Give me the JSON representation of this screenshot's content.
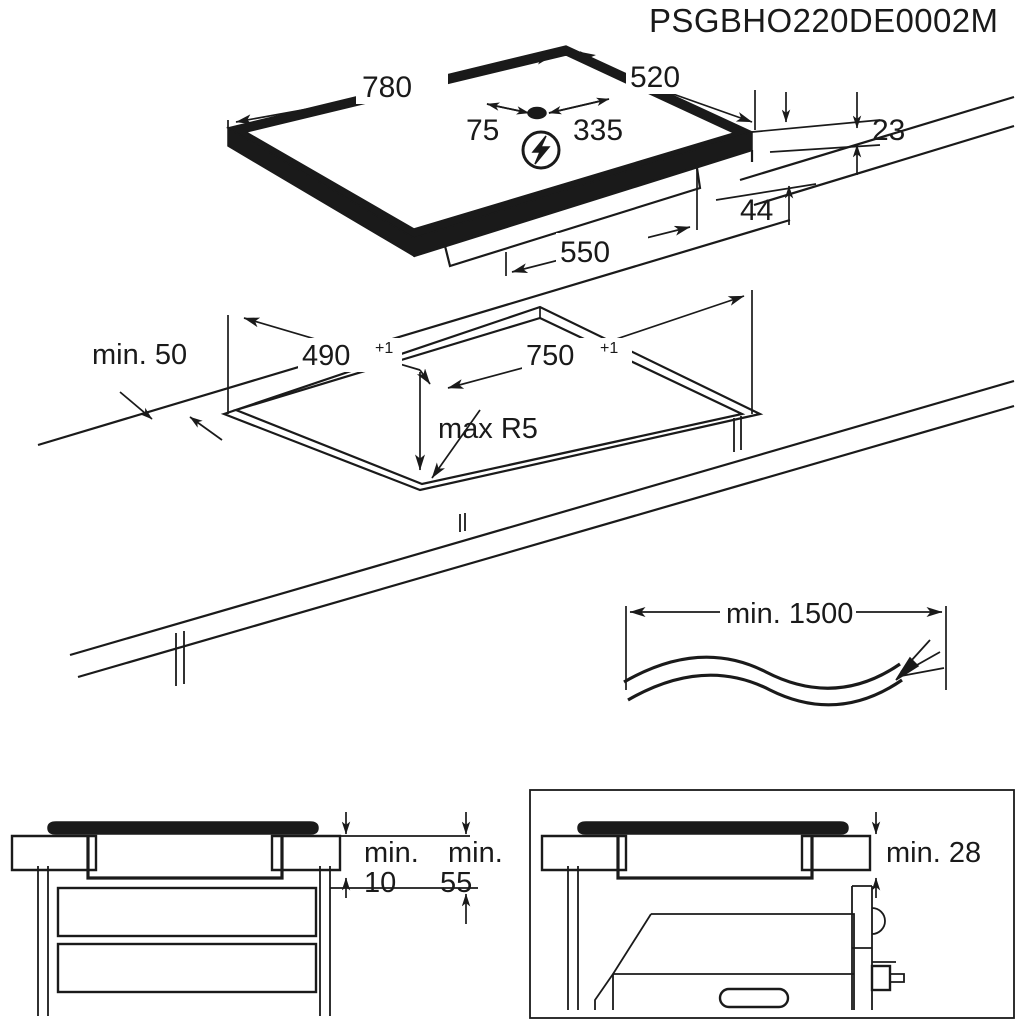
{
  "drawing": {
    "title": "PSGBHO220DE0002M",
    "type": "installation-diagram",
    "product": "built-in hob"
  },
  "views": {
    "hob": {
      "name": "hob-isometric-view",
      "symbol": "electrical-connection-icon",
      "dimensions": {
        "width": "780",
        "depth": "520",
        "connection_left": "75",
        "connection_right": "335",
        "frame_height": "23",
        "body_depth": "44",
        "body_width": "550"
      }
    },
    "cutout": {
      "name": "worktop-cutout-view",
      "dimensions": {
        "edge_distance": "min. 50",
        "cutout_depth": "490",
        "cutout_depth_tol": "+1",
        "cutout_width": "750",
        "cutout_width_tol": "+1",
        "corner_radius": "max R5"
      }
    },
    "cable": {
      "name": "mains-cable-view",
      "dimensions": {
        "length": "min. 1500"
      }
    },
    "section_drawers": {
      "name": "section-over-drawers-view",
      "dimensions": {
        "gap_label": "min.",
        "gap_value": "10",
        "clearance_label": "min.",
        "clearance_value": "55"
      }
    },
    "section_oven": {
      "name": "section-over-oven-view",
      "dimensions": {
        "clearance": "min. 28"
      }
    }
  },
  "colors": {
    "line": "#1a1a1a",
    "background": "#ffffff"
  }
}
